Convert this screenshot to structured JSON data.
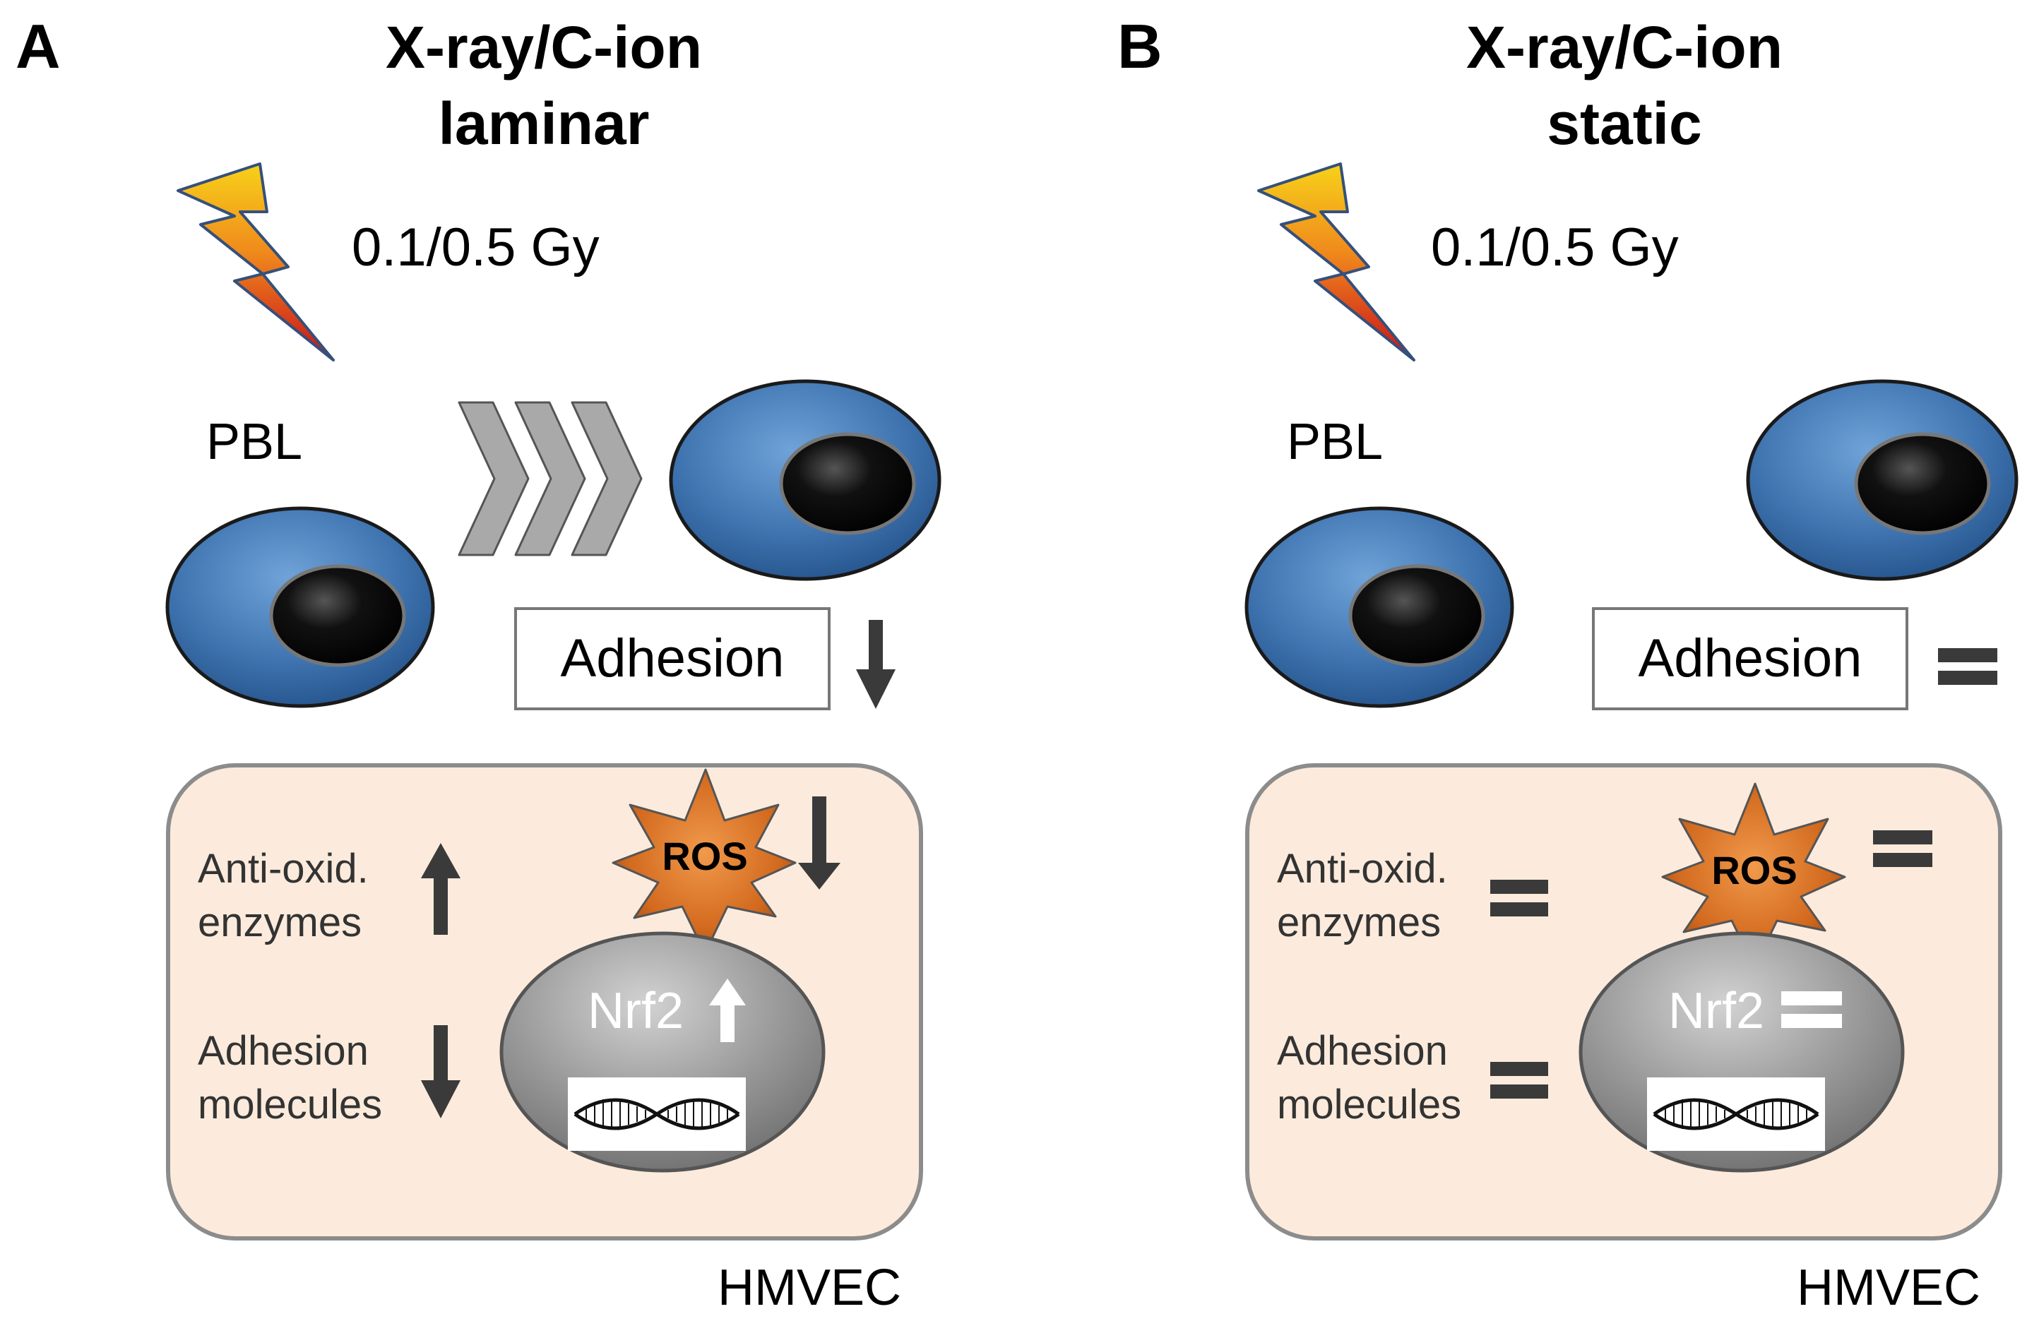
{
  "panels": [
    {
      "letter": "A",
      "title_line1": "X-ray/C-ion",
      "title_line2": "laminar",
      "dose": "0.1/0.5 Gy",
      "cell_label": "PBL",
      "adhesion_label": "Adhesion",
      "ros_label": "ROS",
      "nrf2_label": "Nrf2",
      "antioxid_line1": "Anti-oxid.",
      "antioxid_line2": "enzymes",
      "adhmol_line1": "Adhesion",
      "adhmol_line2": "molecules",
      "vessel_label": "HMVEC",
      "effects": {
        "adhesion": "down",
        "ros": "down",
        "nrf2": "up",
        "antioxid": "up",
        "adhesion_molecules": "down"
      }
    },
    {
      "letter": "B",
      "title_line1": "X-ray/C-ion",
      "title_line2": "static",
      "dose": "0.1/0.5 Gy",
      "cell_label": "PBL",
      "adhesion_label": "Adhesion",
      "ros_label": "ROS",
      "nrf2_label": "Nrf2",
      "antioxid_line1": "Anti-oxid.",
      "antioxid_line2": "enzymes",
      "adhmol_line1": "Adhesion",
      "adhmol_line2": "molecules",
      "vessel_label": "HMVEC",
      "effects": {
        "adhesion": "equal",
        "ros": "equal",
        "nrf2": "equal",
        "antioxid": "equal",
        "adhesion_molecules": "equal"
      }
    }
  ],
  "colors": {
    "cell_blue": "#3f74b0",
    "nucleus": "#111111",
    "ros_orange": "#d2691e",
    "vessel_fill": "#fcebdc",
    "arrow_dark": "#3a3a3a",
    "flow_chevron": "#a9a9a9"
  }
}
